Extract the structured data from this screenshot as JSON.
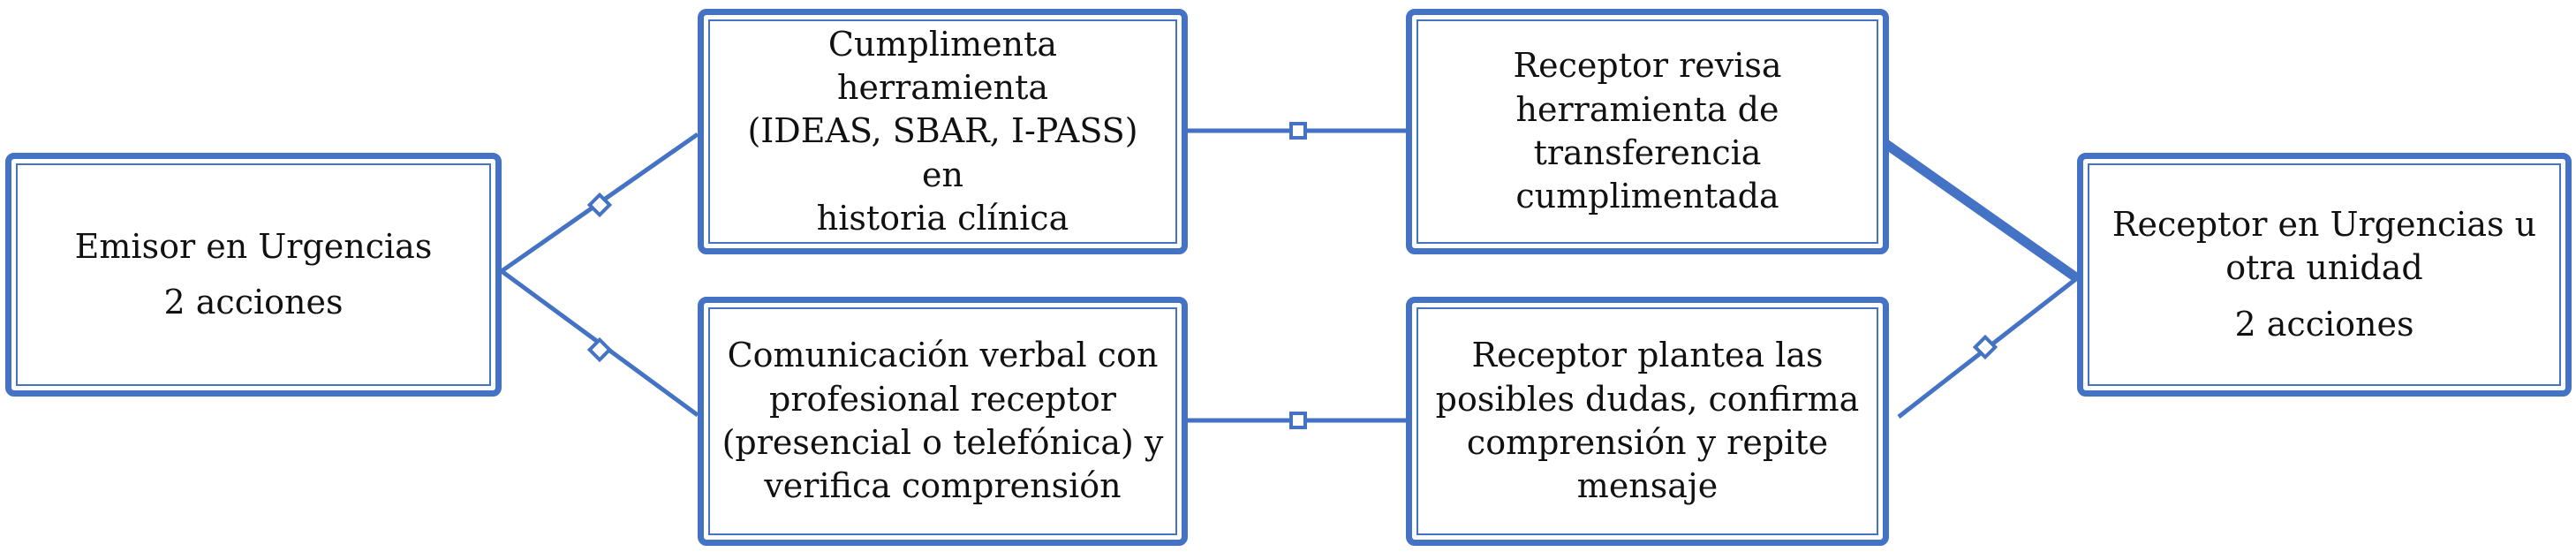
{
  "colors": {
    "stroke": "#4472C4",
    "text": "#111111",
    "background": "#ffffff"
  },
  "nodes": {
    "emisor": {
      "line1": "Emisor en Urgencias",
      "line2": "2 acciones"
    },
    "herramienta": {
      "lines": [
        "Cumplimenta herramienta",
        "(IDEAS, SBAR, I-PASS) en",
        "historia clínica"
      ]
    },
    "verbal": {
      "lines": [
        "Comunicación verbal con",
        "profesional receptor",
        "(presencial o telefónica) y",
        "verifica comprensión"
      ]
    },
    "revisa": {
      "lines": [
        "Receptor revisa",
        "herramienta de",
        "transferencia",
        "cumplimentada"
      ]
    },
    "dudas": {
      "lines": [
        "Receptor plantea las",
        "posibles dudas, confirma",
        "comprensión y repite",
        "mensaje"
      ]
    },
    "receptor": {
      "line1": "Receptor en Urgencias u",
      "line2": "otra unidad",
      "line3": "2 acciones"
    }
  },
  "edges": [
    {
      "from": "emisor",
      "to": "herramienta"
    },
    {
      "from": "emisor",
      "to": "verbal"
    },
    {
      "from": "herramienta",
      "to": "revisa"
    },
    {
      "from": "verbal",
      "to": "dudas"
    },
    {
      "from": "revisa",
      "to": "receptor"
    },
    {
      "from": "dudas",
      "to": "receptor"
    }
  ]
}
